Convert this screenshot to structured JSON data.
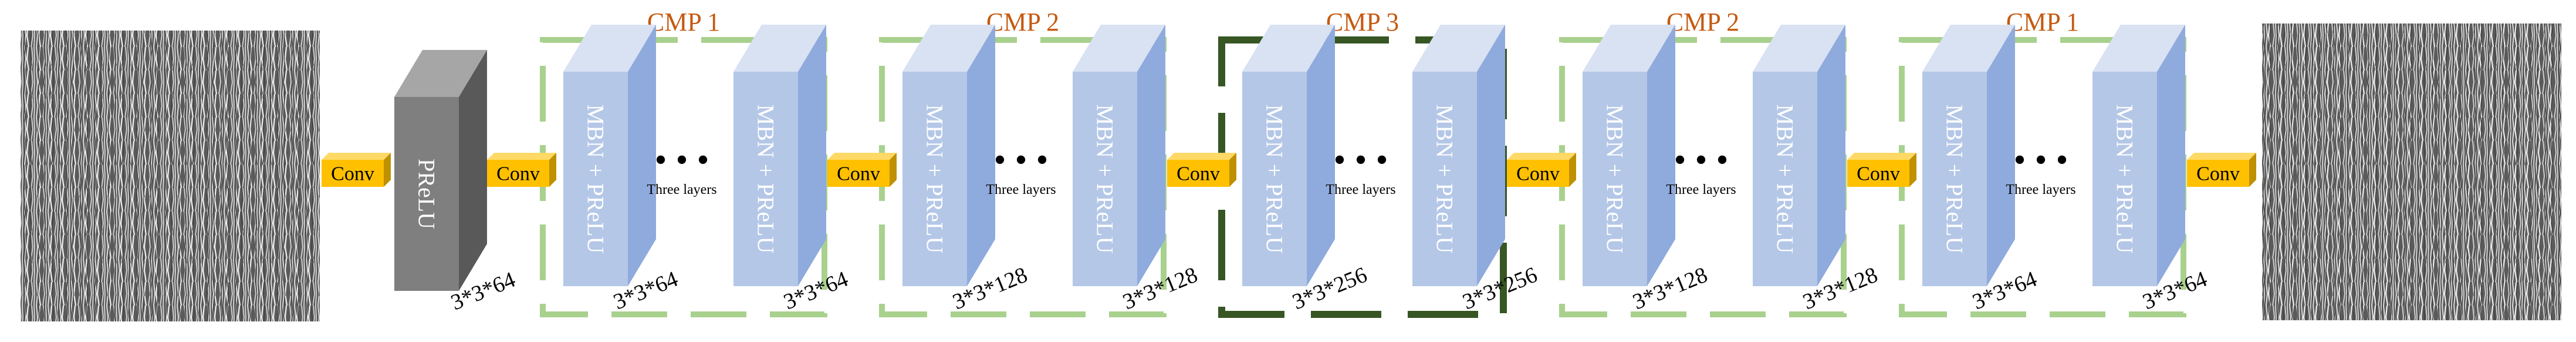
{
  "modules": [
    {
      "title": "CMP 1",
      "dims_left": "3*3*64",
      "dims_right": "3*3*64",
      "border_color": "#A9D18E"
    },
    {
      "title": "CMP 2",
      "dims_left": "3*3*128",
      "dims_right": "3*3*128",
      "border_color": "#A9D18E"
    },
    {
      "title": "CMP 3",
      "dims_left": "3*3*256",
      "dims_right": "3*3*256",
      "border_color": "#375623"
    },
    {
      "title": "CMP 2",
      "dims_left": "3*3*128",
      "dims_right": "3*3*128",
      "border_color": "#A9D18E"
    },
    {
      "title": "CMP 1",
      "dims_left": "3*3*64",
      "dims_right": "3*3*64",
      "border_color": "#A9D18E"
    }
  ],
  "block_label": "MBN + PReLU",
  "layers_label": "Three layers",
  "ellipsis": "• • •",
  "conv_label": "Conv",
  "prelu": {
    "label": "PReLU",
    "dims": "3*3*64"
  },
  "colors": {
    "block_front": "#B4C7E7",
    "block_side": "#8FAADC",
    "block_top": "#D9E2F3",
    "conv_fill": "#FFC000",
    "prelu_front": "#7F7F7F",
    "prelu_side": "#595959",
    "prelu_top": "#A6A6A6",
    "title_color": "#C55A11"
  },
  "icons": {
    "input_image": "noisy-texture-image",
    "output_image": "denoised-texture-image"
  }
}
